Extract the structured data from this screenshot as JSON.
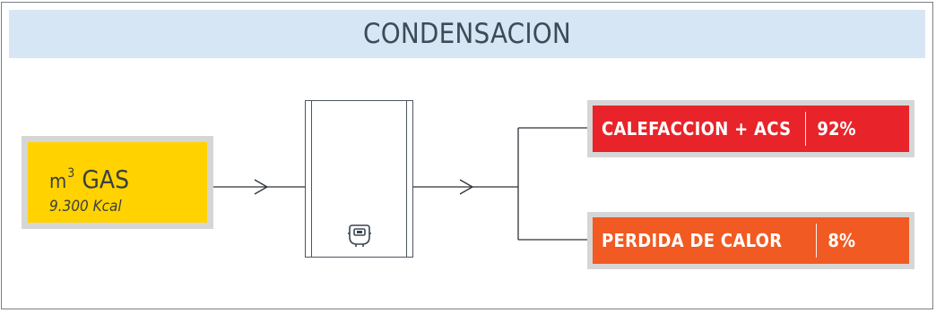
{
  "header": {
    "title": "CONDENSACION"
  },
  "input": {
    "unit": "m",
    "unit_sup": "3",
    "label": "GAS",
    "energy": "9.300 Kcal",
    "color": "#ffd200"
  },
  "boiler": {
    "icon": "boiler-flame-icon"
  },
  "outputs": [
    {
      "label": "CALEFACCION + ACS",
      "percent": "92%",
      "color": "#e8242a"
    },
    {
      "label": "PERDIDA DE CALOR",
      "percent": "8%",
      "color": "#f15a22"
    }
  ]
}
